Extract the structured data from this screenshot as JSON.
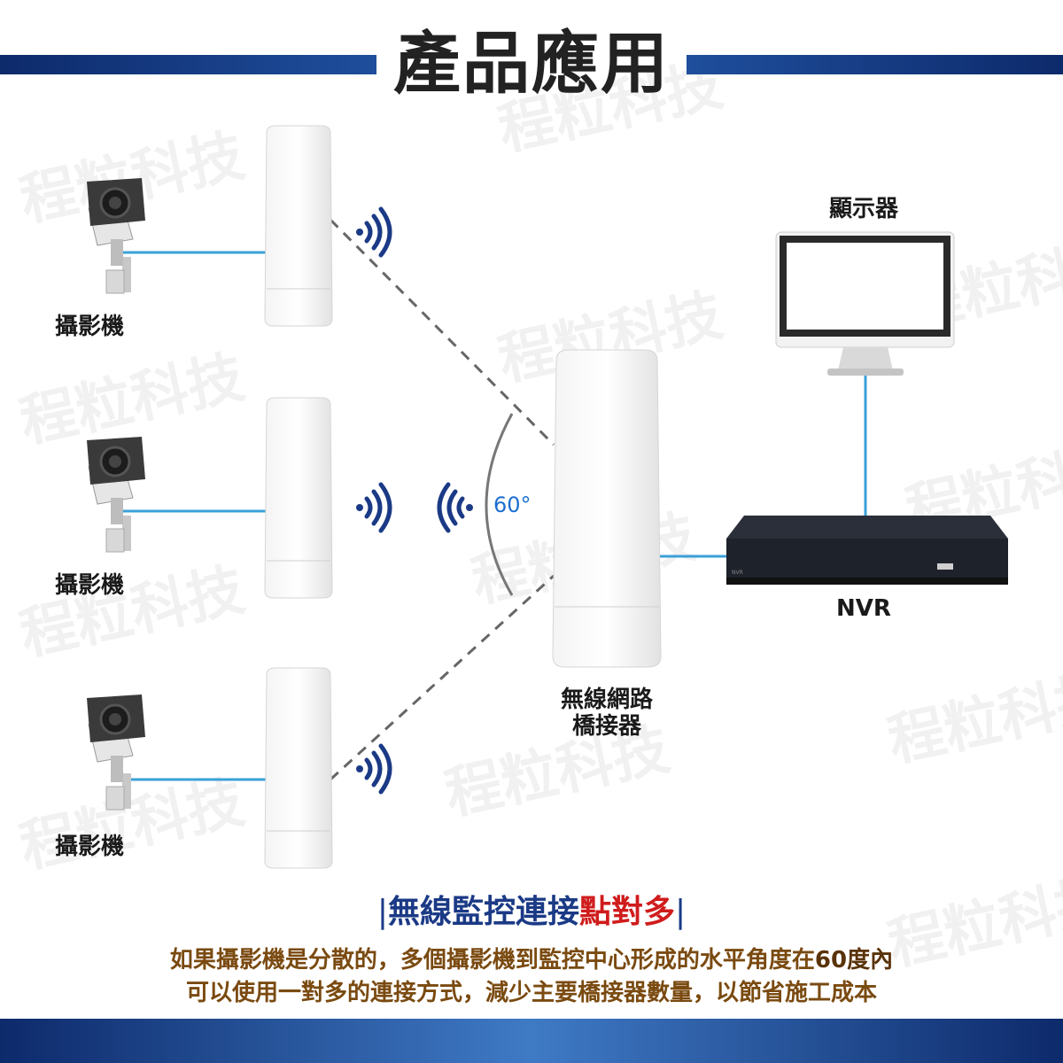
{
  "title": "產品應用",
  "watermark_text": "程粒科技",
  "labels": {
    "camera_1": "攝影機",
    "camera_2": "攝影機",
    "camera_3": "攝影機",
    "monitor": "顯示器",
    "nvr": "NVR",
    "bridge_line1": "無線網路",
    "bridge_line2": "橋接器",
    "angle": "60°"
  },
  "headline": {
    "blue_part": "無線監控連接",
    "red_part": "點對多"
  },
  "description": {
    "line1_main": "如果攝影機是分散的，多個攝影機到監控中心形成的水平角度在",
    "line1_emph": "60度內",
    "line2": "可以使用一對多的連接方式，減少主要橋接器數量，以節省施工成本"
  },
  "colors": {
    "brand_blue": "#1b3a86",
    "accent_red": "#d01c1c",
    "cable": "#3aa0d8",
    "desc_text": "#7a4a10"
  },
  "icons": [
    "wifi-signal-icon",
    "camera-icon",
    "bridge-icon",
    "monitor-icon",
    "nvr-icon"
  ]
}
